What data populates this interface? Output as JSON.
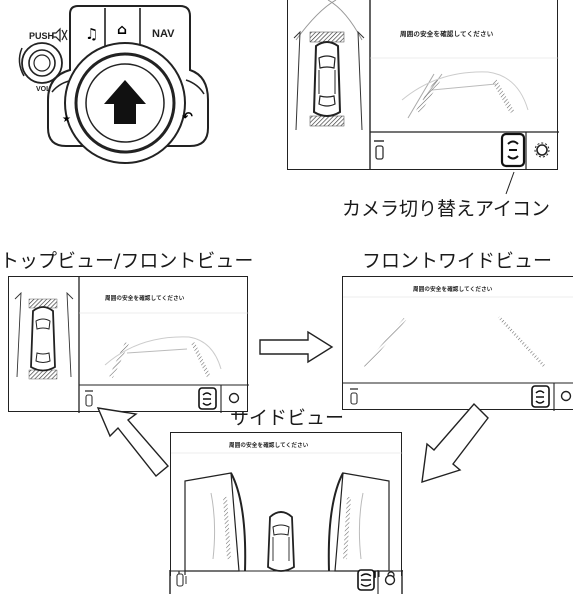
{
  "commander": {
    "push_label": "PUSH",
    "vol_label": "VOL",
    "nav_label": "NAV",
    "music_symbol": "♫",
    "home_symbol": "⌂",
    "star_symbol": "★",
    "back_symbol": "↶"
  },
  "warning_text": "周囲の安全を確認してください",
  "callout_label": "カメラ切り替えアイコン",
  "views": [
    {
      "label": "トップビュー/フロントビュー"
    },
    {
      "label": "フロントワイドビュー"
    },
    {
      "label": "サイドビュー"
    }
  ],
  "icons": [
    "camera-switch-icon",
    "settings-icon",
    "rear-sensor-icon",
    "arrow-right-icon",
    "arrow-up-left-icon",
    "arrow-down-left-icon"
  ]
}
